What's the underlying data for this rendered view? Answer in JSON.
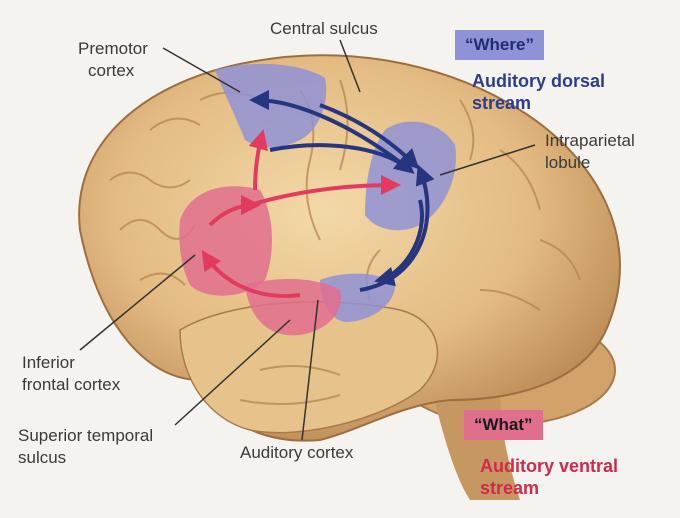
{
  "labels": {
    "premotor_line1": "Premotor",
    "premotor_line2": "cortex",
    "central_sulcus": "Central sulcus",
    "intraparietal_line1": "Intraparietal",
    "intraparietal_line2": "lobule",
    "inferior_frontal_line1": "Inferior",
    "inferior_frontal_line2": "frontal cortex",
    "superior_temporal_line1": "Superior temporal",
    "superior_temporal_line2": "sulcus",
    "auditory_cortex": "Auditory cortex"
  },
  "dorsal": {
    "badge": "“Where”",
    "stream_line1": "Auditory dorsal",
    "stream_line2": "stream",
    "color": "#2c3d8f",
    "region_color": "#8f92d6"
  },
  "ventral": {
    "badge": "“What”",
    "stream_line1": "Auditory ventral",
    "stream_line2": "stream",
    "color": "#cf2a4d",
    "region_color": "#e06f8e"
  },
  "colors": {
    "background": "#f4f3ef",
    "brain": "#e6c18a",
    "brain_shadow": "#b98b56"
  }
}
